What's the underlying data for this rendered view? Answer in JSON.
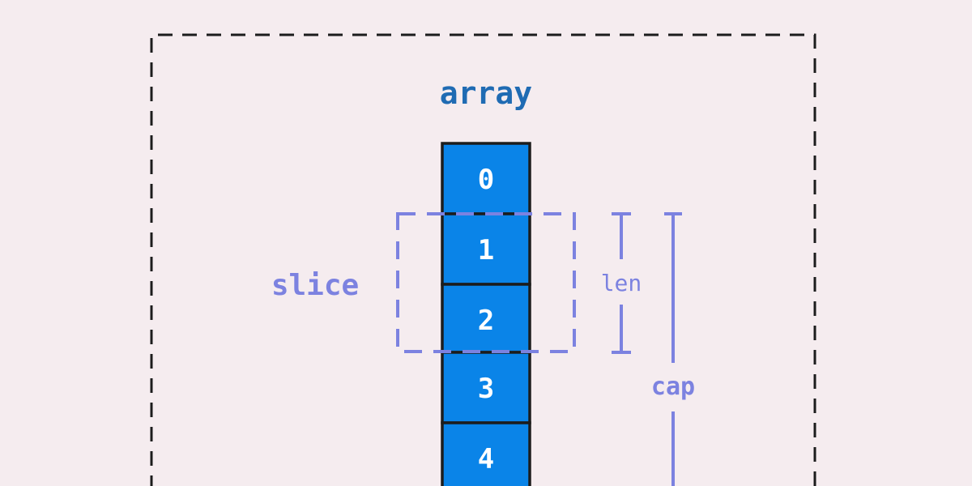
{
  "diagram": {
    "array_label": "array",
    "slice_label": "slice",
    "len_label": "len",
    "cap_label": "cap",
    "cells": [
      "0",
      "1",
      "2",
      "3",
      "4"
    ],
    "colors": {
      "background": "#f5ecef",
      "cell_fill": "#0a84e8",
      "cell_stroke": "#1c1c1c",
      "cell_text": "#ffffff",
      "array_label": "#1f6bb3",
      "slice_accent": "#7c82e0",
      "outer_dash": "#1c1c1c"
    }
  }
}
